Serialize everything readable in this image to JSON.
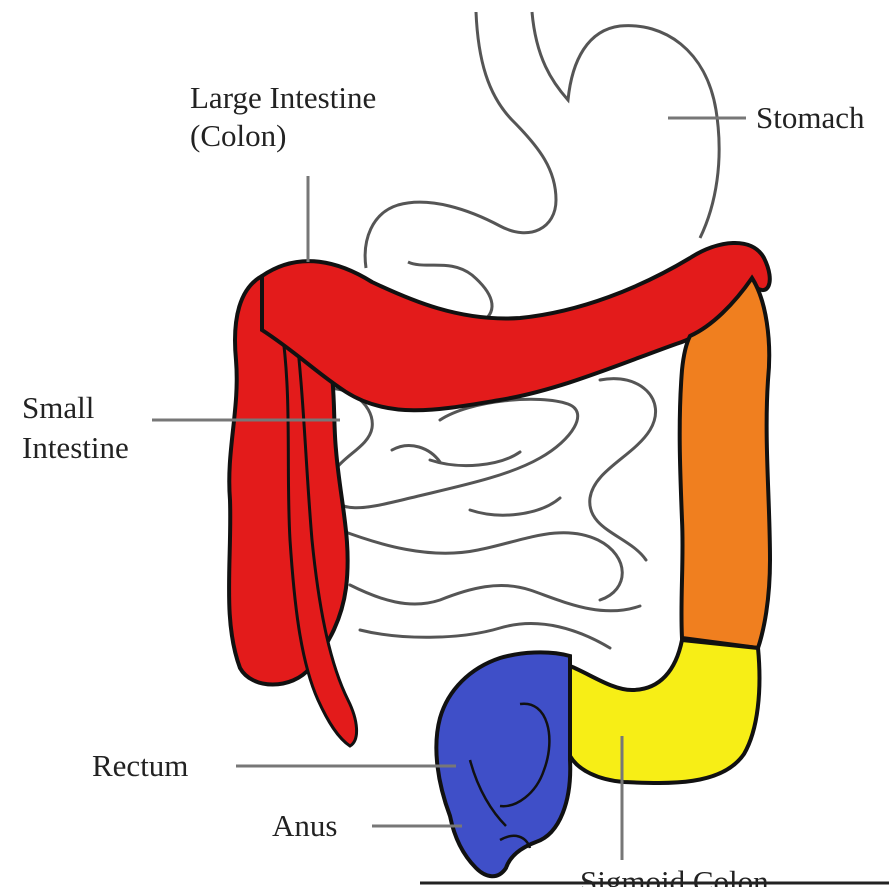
{
  "diagram": {
    "labels": {
      "large_intestine_line1": "Large Intestine",
      "large_intestine_line2": "(Colon)",
      "stomach": "Stomach",
      "small_intestine_line1": "Small",
      "small_intestine_line2": "Intestine",
      "rectum": "Rectum",
      "anus": "Anus",
      "sigmoid_colon": "Sigmoid Colon"
    },
    "colors": {
      "ascending_and_transverse_colon": "#e31b1b",
      "descending_colon": "#f07f1f",
      "sigmoid_colon": "#f7ee16",
      "rectum": "#3f4fc8",
      "outline": "#111111",
      "leader_line": "#777777"
    }
  }
}
